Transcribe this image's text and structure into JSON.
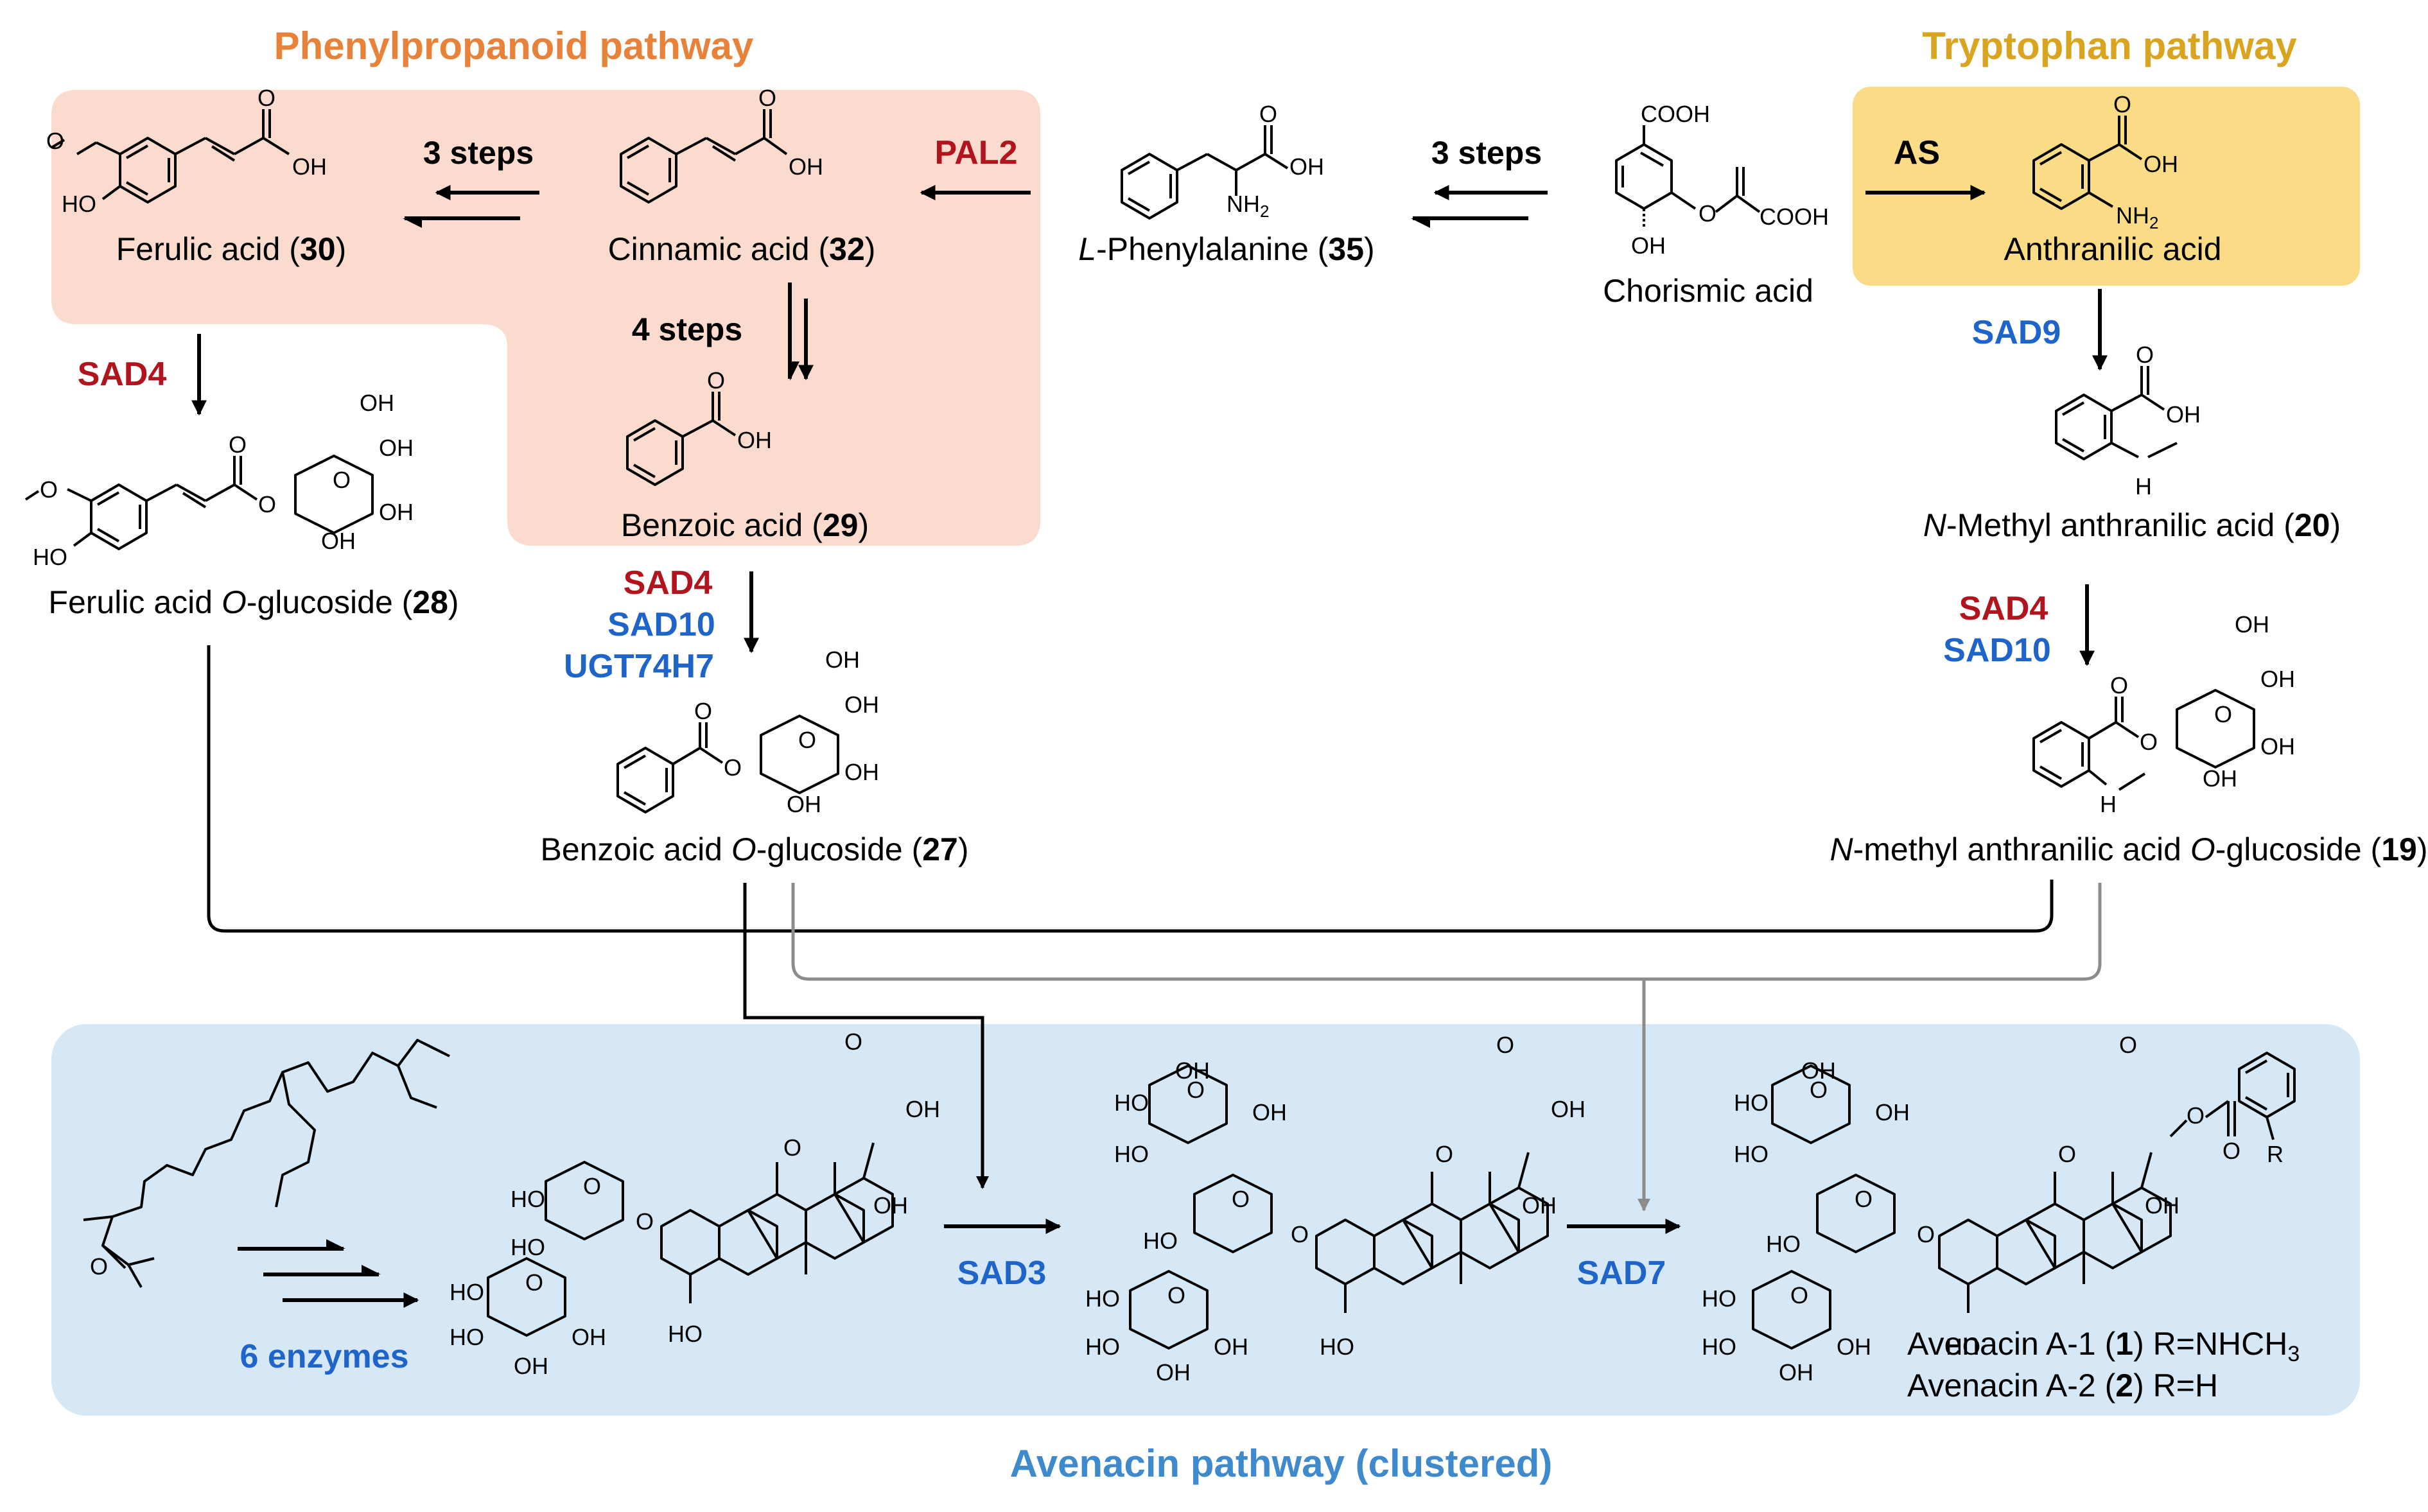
{
  "titles": {
    "phenylpropanoid": "Phenylpropanoid pathway",
    "tryptophan": "Tryptophan pathway",
    "avenacin": "Avenacin pathway (clustered)"
  },
  "colors": {
    "phenylpropanoid_title": "#E8823A",
    "tryptophan_title": "#D9A520",
    "avenacin_title": "#3F8ACC",
    "box_phenyl": "#FADBCE",
    "box_tryptophan": "#FBDC86",
    "box_avenacin": "#D6E8F5",
    "enzyme_red": "#B2141E",
    "enzyme_blue": "#1F64C8",
    "grey_line": "#8C8C8C"
  },
  "compounds": {
    "ferulic_acid": {
      "name": "Ferulic acid (",
      "num": "30",
      "end": ")"
    },
    "cinnamic_acid": {
      "name": "Cinnamic acid (",
      "num": "32",
      "end": ")"
    },
    "phenylalanine": {
      "pre": "L",
      "name": "-Phenylalanine (",
      "num": "35",
      "end": ")"
    },
    "chorismic_acid": {
      "name": "Chorismic acid"
    },
    "anthranilic_acid": {
      "name": "Anthranilic acid"
    },
    "benzoic_acid": {
      "name": "Benzoic acid (",
      "num": "29",
      "end": ")"
    },
    "ferulic_glucoside": {
      "pre": "Ferulic acid ",
      "it": "O",
      "name": "-glucoside (",
      "num": "28",
      "end": ")"
    },
    "benzoic_glucoside": {
      "pre": "Benzoic acid ",
      "it": "O",
      "name": "-glucoside (",
      "num": "27",
      "end": ")"
    },
    "n_methyl_anthranilic": {
      "it": "N",
      "name": "-Methyl anthranilic acid (",
      "num": "20",
      "end": ")"
    },
    "n_methyl_glucoside": {
      "it": "N",
      "name": "-methyl anthranilic acid ",
      "it2": "O",
      "name2": "-glucoside (",
      "num": "19",
      "end": ")"
    },
    "avenacin_a1": {
      "name": "Avenacin A-1 (",
      "num": "1",
      "end": ") R=NHCH",
      "sub": "3"
    },
    "avenacin_a2": {
      "name": "Avenacin A-2 (",
      "num": "2",
      "end": ") R=H"
    }
  },
  "steps": {
    "three_steps_left": "3 steps",
    "three_steps_right": "3 steps",
    "four_steps": "4 steps"
  },
  "enzymes": {
    "pal2": "PAL2",
    "as": "AS",
    "sad4_ferulic": "SAD4",
    "sad9": "SAD9",
    "sad4_benzoic": "SAD4",
    "sad10_benzoic": "SAD10",
    "ugt74h7": "UGT74H7",
    "sad4_nmethyl": "SAD4",
    "sad10_nmethyl": "SAD10",
    "six_enzymes": "6 enzymes",
    "sad3": "SAD3",
    "sad7": "SAD7"
  },
  "atoms": {
    "oh": "OH",
    "o": "O",
    "nh2": "NH",
    "nh2_sub": "2",
    "h": "H",
    "cooh": "COOH",
    "ho": "HO",
    "r": "R"
  }
}
